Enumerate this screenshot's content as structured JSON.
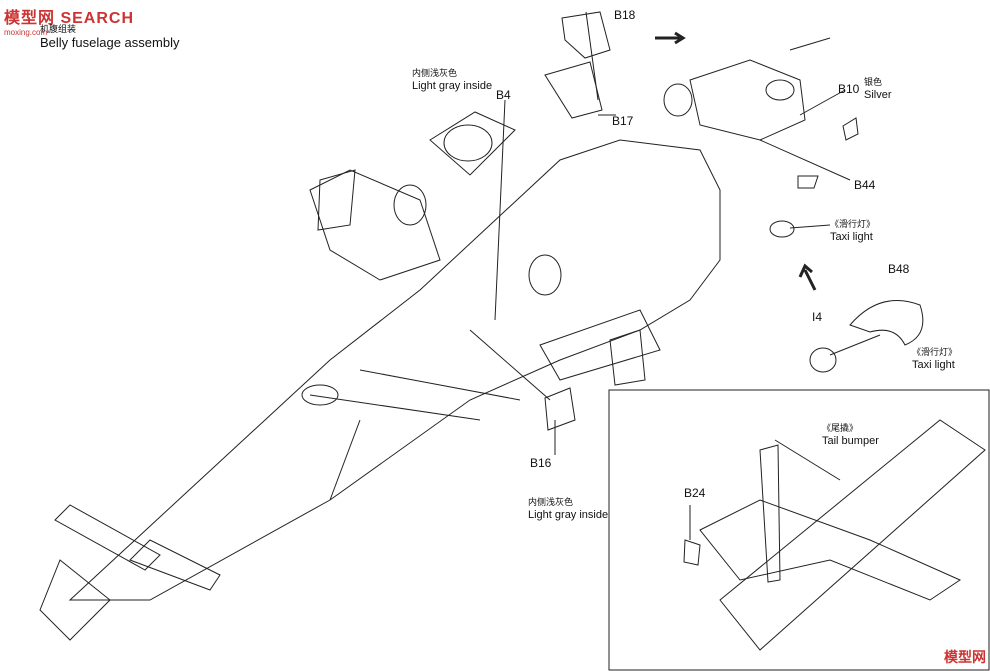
{
  "watermark": {
    "top": "模型网 SEARCH",
    "top_url": "moxing.com",
    "bottom": "模型网"
  },
  "title_cn": "机腹组装",
  "title": "Belly fuselage assembly",
  "parts": {
    "b18": "B18",
    "b17": "B17",
    "b4": "B4",
    "b10": "B10",
    "b44": "B44",
    "b48": "B48",
    "i4": "I4",
    "b16": "B16",
    "b24": "B24"
  },
  "notes": {
    "light_gray_cn": "内侧浅灰色",
    "light_gray": "Light gray inside",
    "silver_cn": "银色",
    "silver": "Silver",
    "taxi_cn": "《滑行灯》",
    "taxi": "Taxi light",
    "tail_cn": "《尾撬》",
    "tail": "Tail bumper"
  }
}
